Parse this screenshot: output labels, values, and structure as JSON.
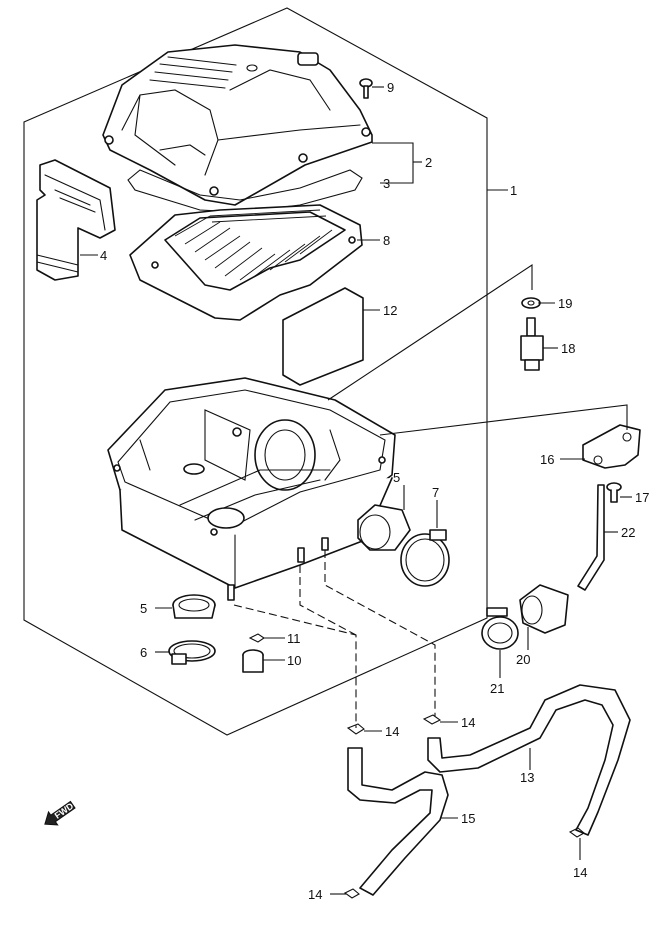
{
  "diagram": {
    "callouts": [
      {
        "id": "c1",
        "label": "1"
      },
      {
        "id": "c2",
        "label": "2"
      },
      {
        "id": "c3",
        "label": "3"
      },
      {
        "id": "c4",
        "label": "4"
      },
      {
        "id": "c5a",
        "label": "5"
      },
      {
        "id": "c5b",
        "label": "5"
      },
      {
        "id": "c6",
        "label": "6"
      },
      {
        "id": "c7",
        "label": "7"
      },
      {
        "id": "c8",
        "label": "8"
      },
      {
        "id": "c9",
        "label": "9"
      },
      {
        "id": "c10",
        "label": "10"
      },
      {
        "id": "c11",
        "label": "11"
      },
      {
        "id": "c12",
        "label": "12"
      },
      {
        "id": "c13",
        "label": "13"
      },
      {
        "id": "c14a",
        "label": "14"
      },
      {
        "id": "c14b",
        "label": "14"
      },
      {
        "id": "c14c",
        "label": "14"
      },
      {
        "id": "c14d",
        "label": "14"
      },
      {
        "id": "c15",
        "label": "15"
      },
      {
        "id": "c16",
        "label": "16"
      },
      {
        "id": "c17",
        "label": "17"
      },
      {
        "id": "c18",
        "label": "18"
      },
      {
        "id": "c19",
        "label": "19"
      },
      {
        "id": "c20",
        "label": "20"
      },
      {
        "id": "c21",
        "label": "21"
      },
      {
        "id": "c22",
        "label": "22"
      }
    ],
    "fwd_label": "FWD",
    "icons": {
      "fwd_arrow": "arrow-left-down-icon"
    }
  }
}
